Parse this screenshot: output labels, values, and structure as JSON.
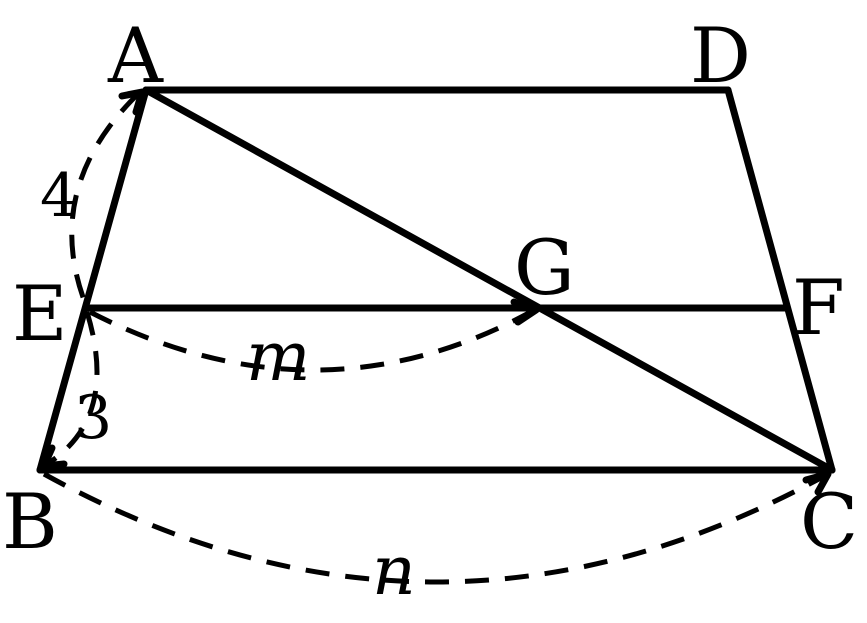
{
  "diagram": {
    "vertices": {
      "A": "A",
      "B": "B",
      "C": "C",
      "D": "D",
      "E": "E",
      "F": "F",
      "G": "G"
    },
    "measurements": {
      "AE": "4",
      "EB": "3",
      "EG": "m",
      "BC": "n"
    }
  }
}
